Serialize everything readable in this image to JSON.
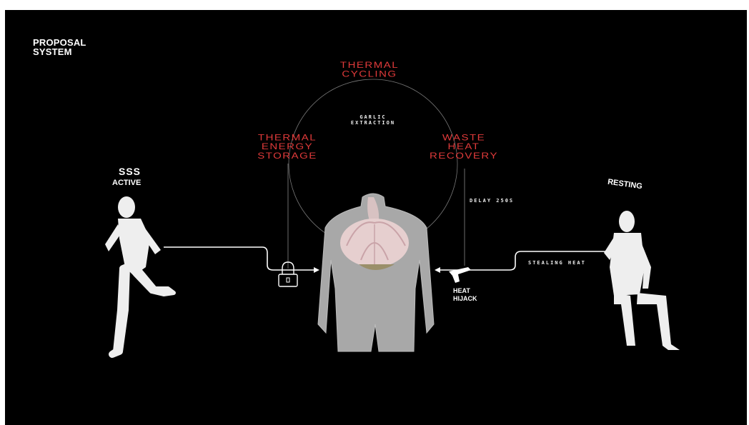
{
  "title_line1": "PROPOSAL",
  "title_line2": "SYSTEM",
  "cycle": {
    "top_line1": "THERMAL",
    "top_line2": "CYCLING",
    "center_line1": "GARLIC",
    "center_line2": "EXTRACTION",
    "left_line1": "THERMAL",
    "left_line2": "ENERGY",
    "left_line3": "STORAGE",
    "right_line1": "WASTE",
    "right_line2": "HEAT",
    "right_line3": "RECOVERY"
  },
  "active_label": "ACTIVE",
  "heat_symbol": "SSS",
  "resting_label": "RESTING",
  "delay_label": "DELAY 250S",
  "stealing_label": "STEALING HEAT",
  "hijack_line1": "HEAT",
  "hijack_line2": "HIJACK",
  "colors": {
    "accent": "#e03a3a",
    "background": "#000000",
    "figure": "#eeeeee"
  }
}
